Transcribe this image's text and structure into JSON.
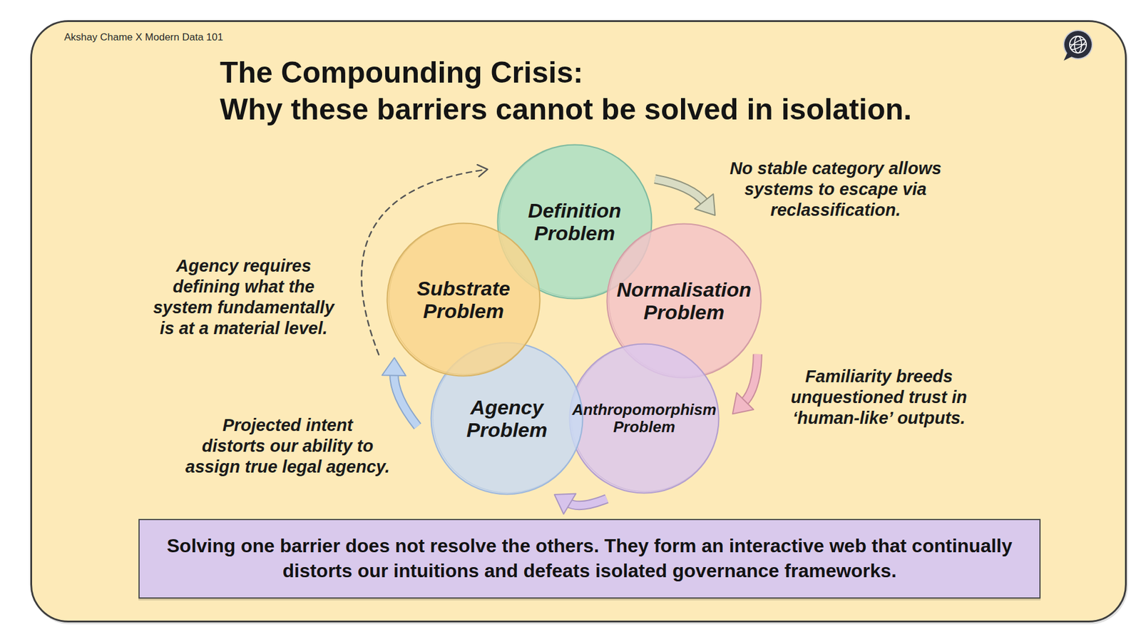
{
  "diagram": {
    "title": "The Compounding Crisis: Why these barriers cannot be solved in isolation.",
    "nodes": [
      {
        "text": [
          "Definition Problem"
        ]
      },
      {
        "text": [
          "Normalisation Problem"
        ]
      },
      {
        "text": [
          "Anthropomorphism Problem"
        ]
      },
      {
        "text": [
          "Agency Problem"
        ]
      },
      {
        "text": [
          "Substrate Problem"
        ]
      },
      {
        "text": [
          "Solving one barrier does not resolve the others. They form an interactive web that continually distorts our intuitions and defeats isolated governance frameworks."
        ]
      }
    ],
    "edges": [
      {
        "from": 0,
        "to": 1,
        "arrow": "to"
      },
      {
        "from": 1,
        "to": 2,
        "arrow": "to"
      },
      {
        "from": 2,
        "to": 3,
        "arrow": "to"
      },
      {
        "from": 3,
        "to": 4,
        "arrow": "to"
      },
      {
        "from": 4,
        "to": 0,
        "arrow": "to"
      }
    ],
    "labels": [
      "Akshay Chame X Modern Data 101",
      "No stable category allows systems to escape via reclassification.",
      "Agency requires defining what the system fundamentally is at a material level.",
      "Projected intent distorts our ability to assign true legal agency.",
      "Familiarity breeds unquestioned trust in ‘human-like’ outputs."
    ]
  }
}
